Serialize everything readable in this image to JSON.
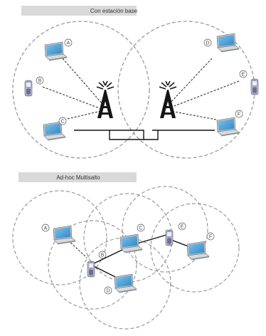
{
  "top_section": {
    "title": "Con estación base",
    "nodes": [
      {
        "id": "A",
        "device": "laptop-icon"
      },
      {
        "id": "B",
        "device": "mobile-phone-icon"
      },
      {
        "id": "C",
        "device": "laptop-icon"
      },
      {
        "id": "D",
        "device": "laptop-icon"
      },
      {
        "id": "E",
        "device": "mobile-phone-icon"
      },
      {
        "id": "F",
        "device": "laptop-icon"
      }
    ],
    "towers": [
      "radio-tower-icon",
      "radio-tower-icon"
    ]
  },
  "bottom_section": {
    "title": "Ad-hoc Multisalto",
    "nodes": [
      {
        "id": "A",
        "device": "laptop-icon"
      },
      {
        "id": "B",
        "device": "mobile-phone-icon"
      },
      {
        "id": "C",
        "device": "laptop-icon"
      },
      {
        "id": "D",
        "device": "laptop-icon"
      },
      {
        "id": "E",
        "device": "mobile-phone-icon"
      },
      {
        "id": "F",
        "device": "laptop-icon"
      }
    ]
  },
  "colors": {
    "banner": "#d9d9d9",
    "range_circle": "#9a9a9a",
    "tower": "#1a1a1a",
    "laptop_screen": "#4aa3d8",
    "phone_body": "#8f8fb0"
  }
}
